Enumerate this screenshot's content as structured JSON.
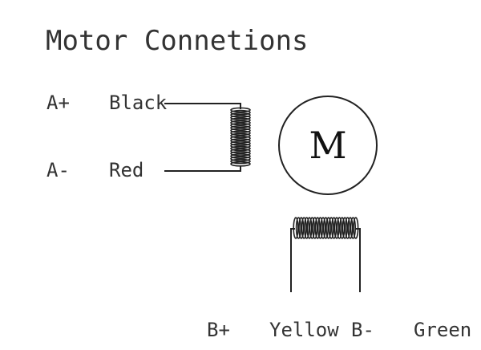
{
  "title": "Motor Connetions",
  "motor": {
    "letter": "M"
  },
  "coil_a": {
    "plus": {
      "terminal": "A+",
      "wire": "Black"
    },
    "minus": {
      "terminal": "A-",
      "wire": "Red"
    }
  },
  "coil_b": {
    "plus": {
      "terminal": "B+",
      "wire": "Yellow"
    },
    "minus": {
      "terminal": "B-",
      "wire": "Green"
    }
  },
  "colors": {
    "line": "#222222",
    "text": "#333333"
  }
}
